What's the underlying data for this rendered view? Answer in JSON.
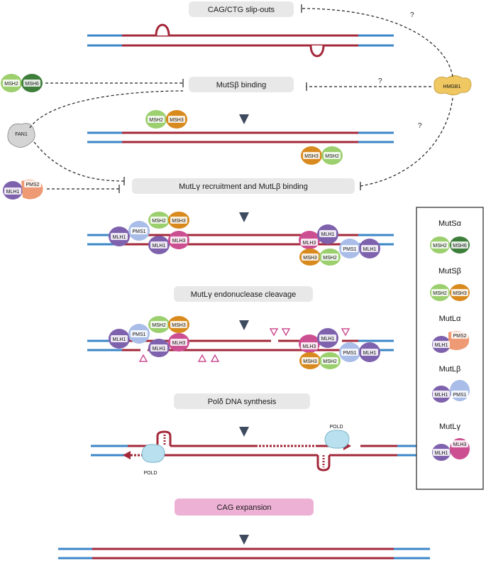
{
  "steps": {
    "slipouts": "CAG/CTG slip-outs",
    "mutsb_binding": "MutSβ binding",
    "mutlg_recruit": "MutLγ recruitment and MutLβ binding",
    "endonuclease": "MutLγ endonuclease cleavage",
    "synthesis": "Polδ DNA synthesis",
    "expansion": "CAG expansion"
  },
  "modulators": {
    "hmgb1": "HMGB1",
    "fan1": "FAN1",
    "question": "?"
  },
  "proteins": {
    "msh2": "MSH2",
    "msh3": "MSH3",
    "msh6": "MSH6",
    "mlh1": "MLH1",
    "mlh3": "MLH3",
    "pms1": "PMS1",
    "pms2": "PMS2",
    "pold": "POLD"
  },
  "legend": {
    "mutsa": "MutSα",
    "mutsb": "MutSβ",
    "mutla": "MutLα",
    "mutlb": "MutLβ",
    "mutlg": "MutLγ"
  },
  "colors": {
    "dna_blue": "#3b86c7",
    "dna_red": "#a3283a",
    "msh2": "#9ccf6e",
    "msh3": "#d98a1e",
    "msh6": "#3f7f3c",
    "mlh1": "#7e62ad",
    "mlh3": "#cc4f92",
    "pms1": "#a9bde8",
    "pms2": "#ee9a74",
    "pold": "#b9e0ee",
    "hmgb1": "#f0c862",
    "fan1": "#d4d4d4",
    "step_box": "#e8e8e8",
    "expansion_box": "#eeb1d6",
    "arrow": "#3e4a5e"
  }
}
